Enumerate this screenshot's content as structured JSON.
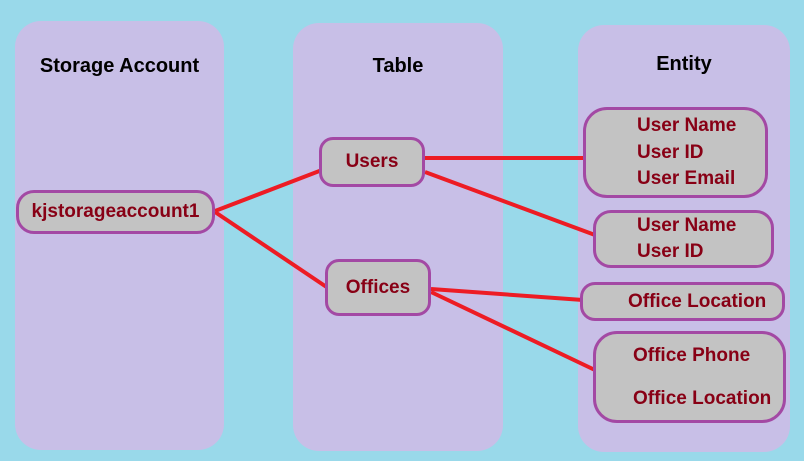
{
  "colors": {
    "background": "#99d9ea",
    "column_fill": "#c8bfe7",
    "node_fill": "#c3c3c3",
    "node_border": "#a349a4",
    "node_text": "#880015",
    "column_title_text": "#000000",
    "connector": "#ed1c24"
  },
  "columns": [
    {
      "title": "Storage Account"
    },
    {
      "title": "Table"
    },
    {
      "title": "Entity"
    }
  ],
  "nodes": {
    "storage_account": {
      "label": "kjstorageaccount1"
    },
    "table_users": {
      "label": "Users"
    },
    "table_offices": {
      "label": "Offices"
    },
    "entity_users_full": {
      "lines": [
        "User Name",
        "User ID",
        "User Email"
      ]
    },
    "entity_users_short": {
      "lines": [
        "User Name",
        "User ID"
      ]
    },
    "entity_office_location": {
      "lines": [
        "Office Location"
      ]
    },
    "entity_office_phone": {
      "lines": [
        "Office Phone",
        "Office Location"
      ]
    }
  },
  "edges": [
    {
      "from": "kjstorageaccount1",
      "to": "Users"
    },
    {
      "from": "kjstorageaccount1",
      "to": "Offices"
    },
    {
      "from": "Users",
      "to": "User Name / User ID / User Email"
    },
    {
      "from": "Users",
      "to": "User Name / User ID"
    },
    {
      "from": "Offices",
      "to": "Office Location"
    },
    {
      "from": "Offices",
      "to": "Office Phone / Office Location"
    }
  ]
}
